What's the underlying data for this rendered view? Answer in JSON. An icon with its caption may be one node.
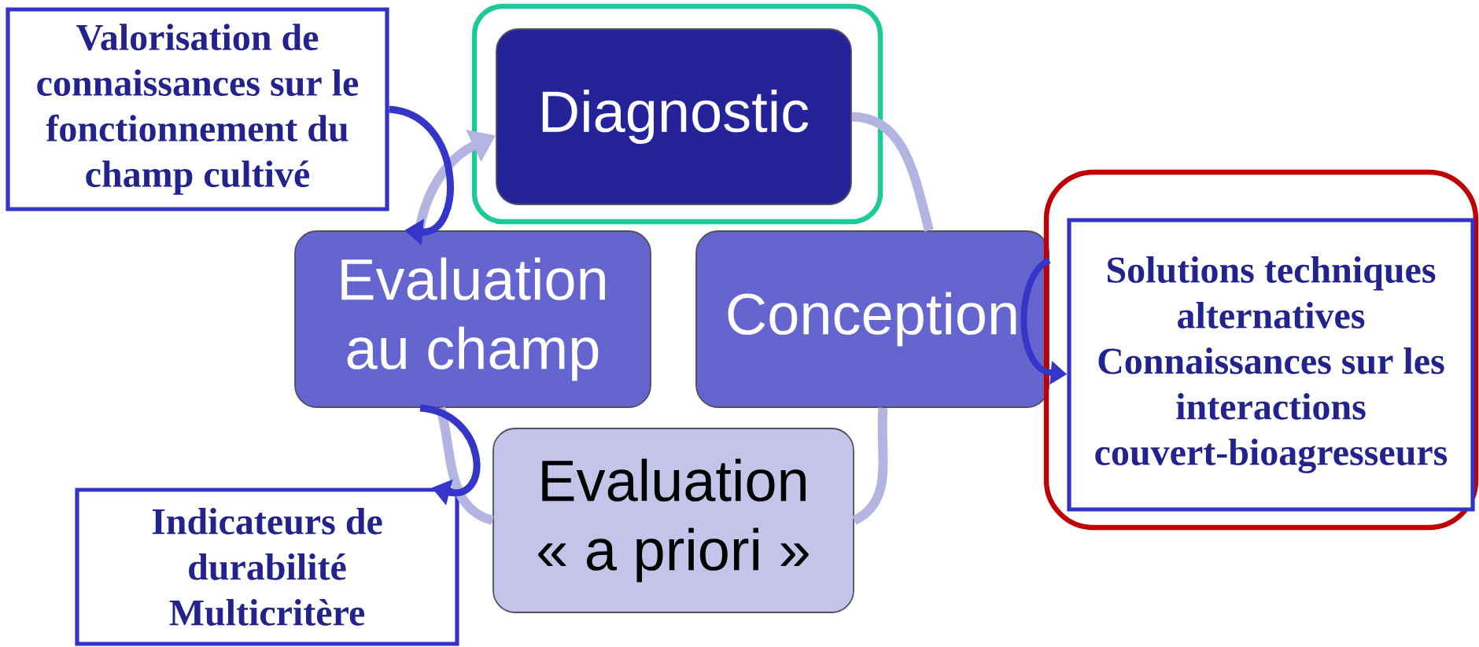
{
  "diagram": {
    "nodes": [
      {
        "text": [
          "Valorisation de connaissances sur le fonctionnement du champ cultivé"
        ]
      },
      {
        "text": [],
        "shape": "box"
      },
      {
        "text": [
          "Diagnostic"
        ],
        "in": 1
      },
      {
        "text": [
          "Evaluation au champ"
        ]
      },
      {
        "text": [
          "Conception"
        ]
      },
      {
        "text": [],
        "shape": "box"
      },
      {
        "text": [
          "Solutions techniques alternatives",
          "Connaissances sur les interactions couvert-bioagresseurs"
        ],
        "in": 5
      },
      {
        "text": [
          "Evaluation « a priori »"
        ]
      },
      {
        "text": [
          "Indicateurs de durabilité",
          "Multicritère"
        ]
      }
    ],
    "edges": [
      {
        "from": 3,
        "to": 2,
        "arrow": "to"
      },
      {
        "from": 2,
        "to": 4,
        "arrow": "none"
      },
      {
        "from": 4,
        "to": 7,
        "arrow": "none"
      },
      {
        "from": 7,
        "to": 3,
        "arrow": "none"
      },
      {
        "from": 0,
        "to": 3,
        "arrow": "to",
        "color": "#3535c8"
      },
      {
        "from": 3,
        "to": 8,
        "arrow": "to",
        "color": "#3535c8"
      },
      {
        "from": 4,
        "to": 6,
        "arrow": "to",
        "color": "#3535c8"
      }
    ]
  }
}
